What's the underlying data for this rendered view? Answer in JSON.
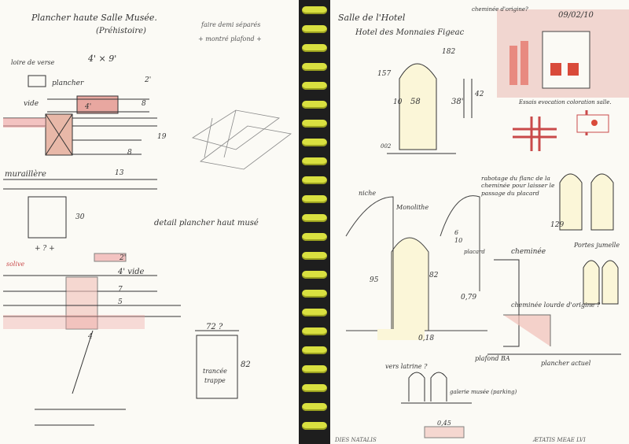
{
  "left_page": {
    "title": "Plancher haute Salle Musée.",
    "subtitle": "(Préhistoire)",
    "label_poutre": "loire de verse",
    "dimension_section": "4' × 9'",
    "label_plancher": "plancher",
    "label_vide": "vide",
    "dim_2": "2'",
    "dim_4": "4'",
    "dim_8a": "8",
    "dim_19": "19",
    "dim_8b": "8",
    "label_muraillere": "muraillère",
    "dim_13": "13",
    "dim_30": "30",
    "question": "+ ? +",
    "note_top": "faire demi séparés",
    "note_sub": "+ montré plafond +",
    "note_detail": "detail plancher haut musé",
    "label_solive": "solive",
    "dim_vide": "4' vide",
    "dim_2b": "2'",
    "dim_7": "7",
    "dim_5": "5",
    "dim_4b": "4",
    "dim_72": "72 ?",
    "dim_82": "82",
    "label_trance": "trancée",
    "label_trappe": "trappe",
    "footer": "DIES NATALIS"
  },
  "right_page": {
    "title1": "Salle de l'Hotel",
    "title2": "Hotel des Monnaies Figeac",
    "dim_182": "182",
    "dim_157": "157",
    "dim_10": "10",
    "dim_58": "58",
    "dim_38": "38'",
    "dim_42": "42",
    "dim_002": "002",
    "date": "09/02/10",
    "label_cheminee_origine": "cheminée d'origine?",
    "caption_essais": "Essais evocation coloration salle.",
    "label_niche": "niche",
    "label_monolithe": "Monolithe",
    "label_rabotage": "rabotage du flanc de la cheminée pour laisser le passage du placard",
    "label_placard": "placard",
    "dim_6": "6",
    "dim_10b": "10",
    "dim_82": "82",
    "dim_95": "95",
    "dim_079": "0,79",
    "dim_018": "0,18",
    "label_vers_latrine": "vers latrine ?",
    "label_cheminee": "cheminée",
    "dim_129": "129",
    "label_portes": "Portes jumelle",
    "label_cheminee_lourde": "cheminée lourde d'origine ?",
    "label_plancher_actuel": "plancher actuel",
    "label_plafond": "plafond BA",
    "label_galerie": "galerie musée (parking)",
    "dim_045": "0,45",
    "footer": "ÆTATIS MEAE  LVI"
  }
}
